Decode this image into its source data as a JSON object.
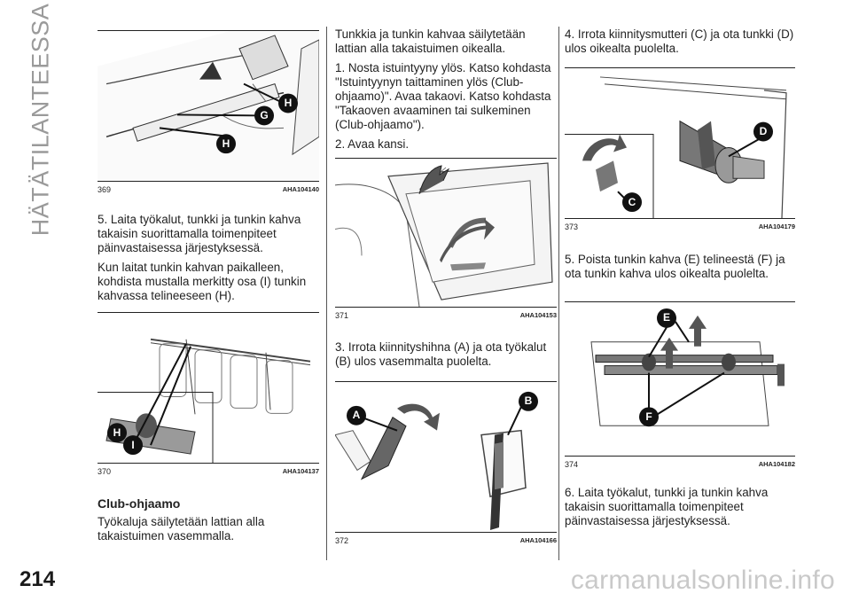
{
  "side_title": "HÄTÄTILANTEESSA",
  "page_number": "214",
  "watermark": "carmanualsonline.info",
  "figures": {
    "f369": {
      "number": "369",
      "code": "AHA104140",
      "callouts": [
        "H",
        "G",
        "H"
      ]
    },
    "f370": {
      "number": "370",
      "code": "AHA104137",
      "callouts": [
        "H",
        "I"
      ]
    },
    "f371": {
      "number": "371",
      "code": "AHA104153",
      "callouts": []
    },
    "f372": {
      "number": "372",
      "code": "AHA104166",
      "callouts": [
        "A",
        "B"
      ]
    },
    "f373": {
      "number": "373",
      "code": "AHA104179",
      "callouts": [
        "D",
        "C"
      ]
    },
    "f374": {
      "number": "374",
      "code": "AHA104182",
      "callouts": [
        "E",
        "F"
      ]
    }
  },
  "col1": {
    "p1": "5. Laita työkalut, tunkki ja tunkin kahva takaisin suorittamalla toimenpiteet päinvastaisessa järjestyksessä.",
    "p2": "Kun laitat tunkin kahvan paikalleen, kohdista mustalla merkitty osa (I) tunkin kahvassa telineeseen (H).",
    "heading": "Club-ohjaamo",
    "p3": "Työkaluja säilytetään lattian alla takaistuimen vasemmalla."
  },
  "col2": {
    "p1": "Tunkkia ja tunkin kahvaa säilytetään lattian alla takaistuimen oikealla.",
    "p2": "1. Nosta istuintyyny ylös. Katso kohdasta \"Istuintyynyn taittaminen ylös (Club-ohjaamo)\". Avaa takaovi. Katso kohdasta \"Takaoven avaaminen tai sulkeminen (Club-ohjaamo\").",
    "p3": "2. Avaa kansi.",
    "p4": "3. Irrota kiinnityshihna (A) ja ota työkalut (B) ulos vasemmalta puolelta."
  },
  "col3": {
    "p1": "4. Irrota kiinnitysmutteri (C) ja ota tunkki (D) ulos oikealta puolelta.",
    "p2": "5. Poista tunkin kahva (E) telineestä (F) ja ota tunkin kahva ulos oikealta puolelta.",
    "p3": "6. Laita työkalut, tunkki ja tunkin kahva takaisin suorittamalla toimenpiteet päinvastaisessa järjestyksessä."
  }
}
